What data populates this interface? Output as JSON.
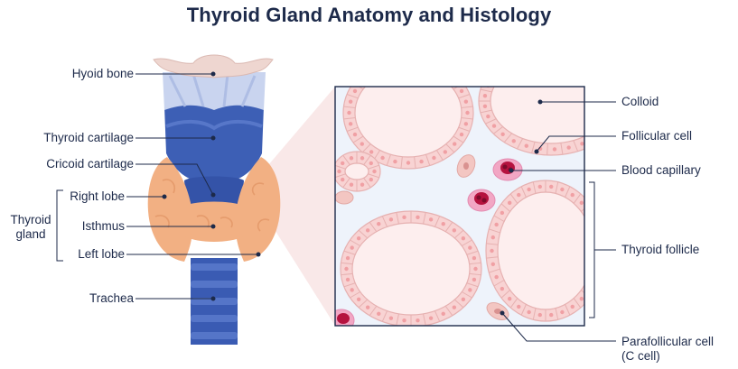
{
  "title": "Thyroid Gland Anatomy and Histology",
  "labels": {
    "hyoid_bone": "Hyoid bone",
    "thyroid_cartilage": "Thyroid cartilage",
    "cricoid_cartilage": "Cricoid cartilage",
    "right_lobe": "Right lobe",
    "thyroid_gland_line1": "Thyroid",
    "thyroid_gland_line2": "gland",
    "isthmus": "Isthmus",
    "left_lobe": "Left lobe",
    "trachea": "Trachea",
    "colloid": "Colloid",
    "follicular_cell": "Follicular cell",
    "blood_capillary": "Blood capillary",
    "thyroid_follicle": "Thyroid follicle",
    "parafollicular_line1": "Parafollicular cell",
    "parafollicular_line2": "(C cell)"
  },
  "colors": {
    "text": "#1d2a4a",
    "cartilage_blue": "#3d5fb5",
    "cartilage_light": "#c9d4ef",
    "gland_orange": "#f2b083",
    "bone_pink": "#eed6d0",
    "cell_pink": "#f8d3d3",
    "colloid": "#fdeeee",
    "background_blue": "#eef3fb",
    "capillary": "#b5123f"
  }
}
